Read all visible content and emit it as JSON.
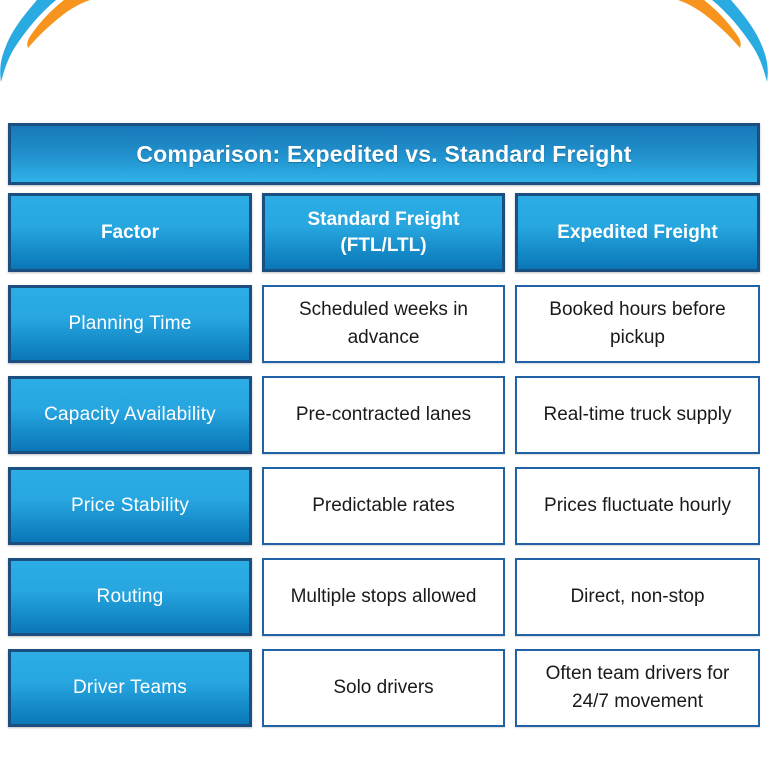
{
  "decor": {
    "swoosh_blue": "#29ABE2",
    "swoosh_orange": "#F7941D",
    "cell_gradient_light": "#2CADE4",
    "cell_gradient_dark": "#0B77B8",
    "navy_border": "#1A4F80",
    "value_border": "#2162A7"
  },
  "banner": {
    "title": "Comparison: Expedited vs. Standard Freight"
  },
  "table": {
    "headers": {
      "factor": "Factor",
      "standard": "Standard Freight (FTL/LTL)",
      "expedited": "Expedited Freight"
    },
    "rows": [
      {
        "factor": "Planning Time",
        "standard": "Scheduled weeks in advance",
        "expedited": "Booked hours before pickup"
      },
      {
        "factor": "Capacity Availability",
        "standard": "Pre-contracted lanes",
        "expedited": "Real-time truck supply"
      },
      {
        "factor": "Price Stability",
        "standard": "Predictable rates",
        "expedited": "Prices fluctuate hourly"
      },
      {
        "factor": "Routing",
        "standard": "Multiple stops allowed",
        "expedited": "Direct, non-stop"
      },
      {
        "factor": "Driver Teams",
        "standard": "Solo drivers",
        "expedited": "Often team drivers for 24/7 movement"
      }
    ]
  }
}
